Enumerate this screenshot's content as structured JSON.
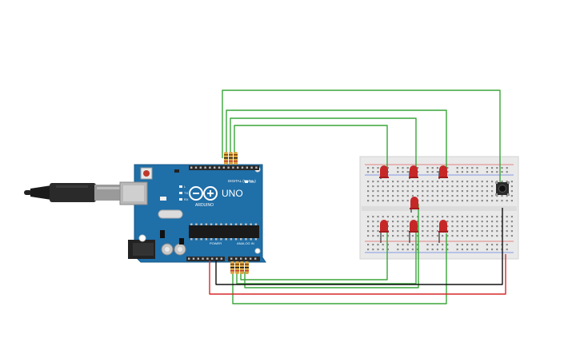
{
  "arduino": {
    "brand": "ARDUINO",
    "model": "UNO",
    "digital_label": "DIGITAL (PWM~)",
    "analog_label": "ANALOG IN",
    "power_label": "POWER",
    "on_label": "ON",
    "tx_label": "TX",
    "rx_label": "RX",
    "l_label": "L"
  },
  "colors": {
    "wire_green": "#3aa63a",
    "wire_red": "#d62828",
    "wire_black": "#111111",
    "board_blue": "#1f6fa8",
    "led_red": "#c62828",
    "breadboard": "#e9e9e9",
    "resistor": "#d9a441"
  },
  "icons": [
    "usb-cable-icon",
    "usb-port-icon",
    "dc-jack-icon",
    "reset-button-icon",
    "crystal-icon",
    "capacitor-icon",
    "chip-icon",
    "pushbutton-icon",
    "led-icon",
    "resistor-icon"
  ]
}
